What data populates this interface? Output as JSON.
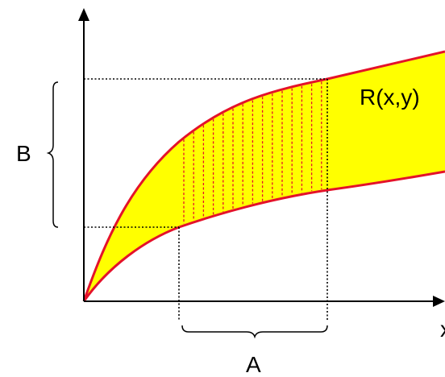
{
  "labels": {
    "region": "R(x,y)",
    "a": "A",
    "b": "B",
    "x_axis": "x"
  },
  "colors": {
    "fill": "#ffff00",
    "curve": "#e4122a",
    "axis": "#000000",
    "hatch": "#e4122a",
    "guide": "#000000"
  },
  "icons": {
    "x_arrow": "arrowhead-right-icon",
    "y_arrow": "arrowhead-up-icon"
  }
}
